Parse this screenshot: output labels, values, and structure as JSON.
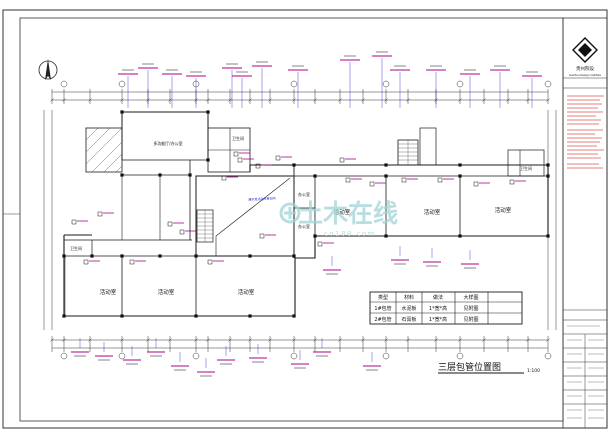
{
  "drawing": {
    "title": "三层包管位置图",
    "scale": "1:100",
    "rooms": {
      "activity_top_1": "活动室",
      "activity_top_2": "活动室",
      "activity_top_3": "活动室",
      "activity_bot_1": "活动室",
      "activity_bot_2": "活动室",
      "activity_bot_3": "活动室",
      "office_1": "办公室",
      "office_2": "办公室",
      "multi_room": "多功能厅/办公室",
      "ws": "卫生间",
      "ws2": "卫生间",
      "ws3": "卫生间",
      "hall": "展示及活动共享空间"
    },
    "legend": {
      "headers": [
        "类型",
        "材料",
        "做法",
        "大样图"
      ],
      "rows": [
        [
          "1#包管",
          "水泥板",
          "1*宽*高",
          "见附图"
        ],
        [
          "2#包管",
          "石膏板",
          "1*宽*高",
          "见附图"
        ]
      ]
    },
    "watermark": {
      "main": "土木在线",
      "sub": "co188.com"
    },
    "colors": {
      "line": "#1a1a1a",
      "blue": "#0000cc",
      "magenta": "#b0008a",
      "watermark": "#9fd3d6"
    }
  },
  "titleblock": {
    "company_cn": "贵州院设",
    "company_en": "Guizhou Design Institute"
  }
}
